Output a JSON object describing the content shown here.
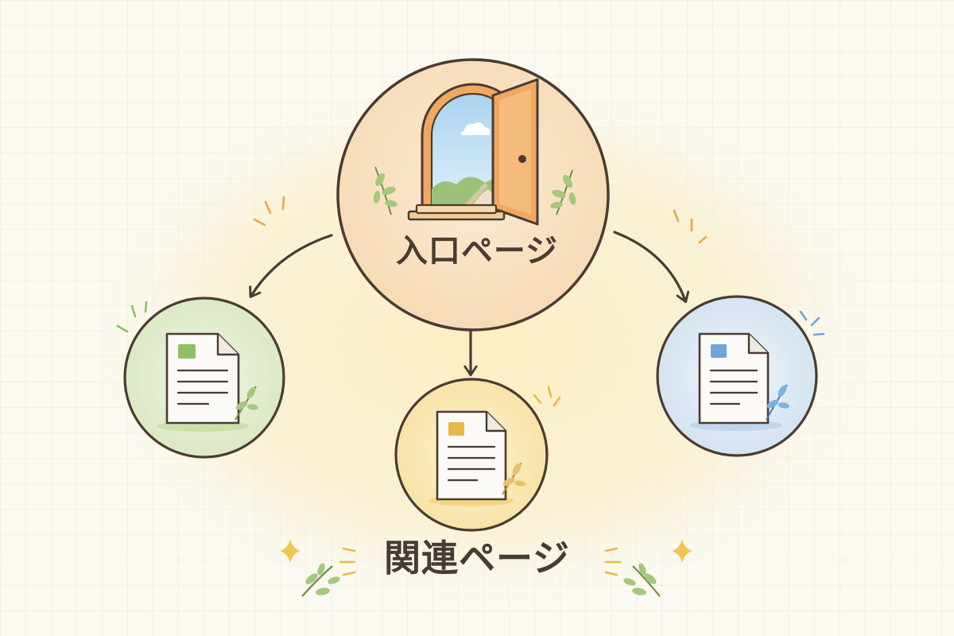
{
  "diagram": {
    "entry_node": {
      "label": "入口ページ",
      "icon": "open-door-icon"
    },
    "related_label": "関連ページ",
    "related_nodes": [
      {
        "icon": "document-icon",
        "accent_color": "#8fbf63",
        "tint": "green"
      },
      {
        "icon": "document-icon",
        "accent_color": "#e8b84a",
        "tint": "yellow"
      },
      {
        "icon": "document-icon",
        "accent_color": "#6aa6dc",
        "tint": "blue"
      }
    ],
    "colors": {
      "outline": "#4a3b32",
      "glow": "#fbefc4",
      "entry_bg": "#f9e2c0",
      "door": "#f0a860"
    }
  }
}
